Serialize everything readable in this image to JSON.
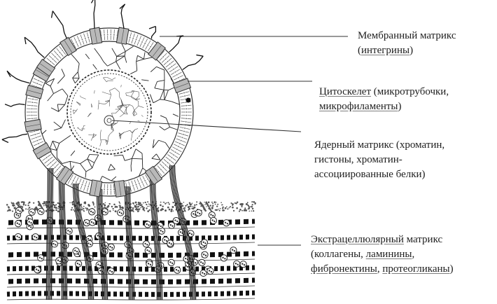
{
  "labels": {
    "membrane": {
      "line1": "Мембранный матрикс",
      "line2_open": "(",
      "line2_u": "интегрины",
      "line2_close": ")"
    },
    "cytoskeleton": {
      "line1_u": "Цитоскелет",
      "line1_rest": " (микротрубочки,",
      "line2_u": "микрофиламенты",
      "line2_close": ")"
    },
    "nuclear": {
      "line1": "Ядерный матрикс (хроматин,",
      "line2": "гистоны, хроматин-",
      "line3": "ассоциированные белки)"
    },
    "extracellular": {
      "line1_u": "Экстрацеллюлярный",
      "line1_rest": " матрикс",
      "line2_open": "(коллагены, ",
      "line2_u": "ламинины",
      "line2_close": ",",
      "line3_u1": "фибронектины",
      "line3_sep": ", ",
      "line3_u2": "протеогликаны",
      "line3_close": ")"
    }
  }
}
